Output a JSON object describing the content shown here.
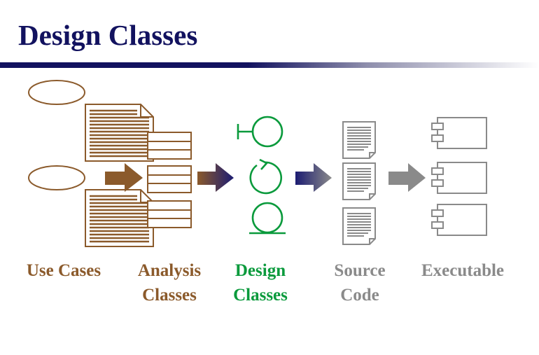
{
  "title": "Design Classes",
  "colors": {
    "title": "#12125f",
    "use_cases": "#8b5a2b",
    "analysis": "#8b5a2b",
    "design": "#0a9a3c",
    "source": "#8a8a8a",
    "executable": "#8a8a8a"
  },
  "icons": {
    "use_cases": "use-case-ellipse-with-document",
    "analysis": "analysis-class-boxes",
    "design": [
      "boundary-class-icon",
      "control-class-icon",
      "entity-class-icon"
    ],
    "source": "source-code-document",
    "executable": "component-icon"
  },
  "stages": {
    "use_cases": {
      "line1": "Use Cases"
    },
    "analysis": {
      "line1": "Analysis",
      "line2": "Classes"
    },
    "design": {
      "line1": "Design",
      "line2": "Classes"
    },
    "source": {
      "line1": "Source",
      "line2": "Code"
    },
    "executable": {
      "line1": "Executable"
    }
  }
}
